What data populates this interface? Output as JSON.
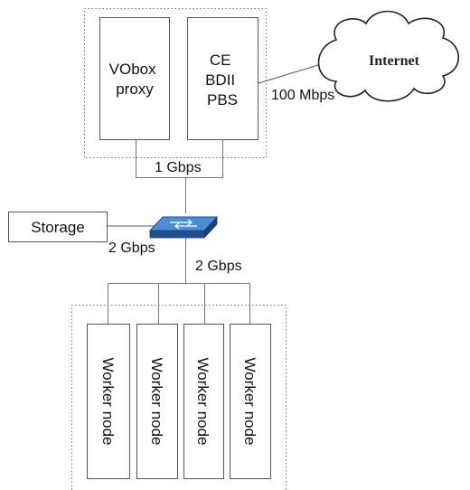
{
  "headnode": {
    "vobox_lines": [
      "VObox",
      "proxy"
    ],
    "ce_lines": [
      "CE",
      "BDII",
      "PBS"
    ]
  },
  "internet": {
    "label": "Internet"
  },
  "links": {
    "internet_speed": "100 Mbps",
    "headnode_speed": "1 Gbps",
    "storage_speed": "2 Gbps",
    "workers_speed": "2 Gbps"
  },
  "storage": {
    "label": "Storage"
  },
  "workers": {
    "nodes": [
      {
        "label": "Worker node"
      },
      {
        "label": "Worker node"
      },
      {
        "label": "Worker node"
      },
      {
        "label": "Worker node"
      }
    ]
  },
  "colors": {
    "switch_top": "#4a8fd6",
    "switch_side": "#2a66b0",
    "line": "#555555",
    "dotted": "#777777"
  }
}
